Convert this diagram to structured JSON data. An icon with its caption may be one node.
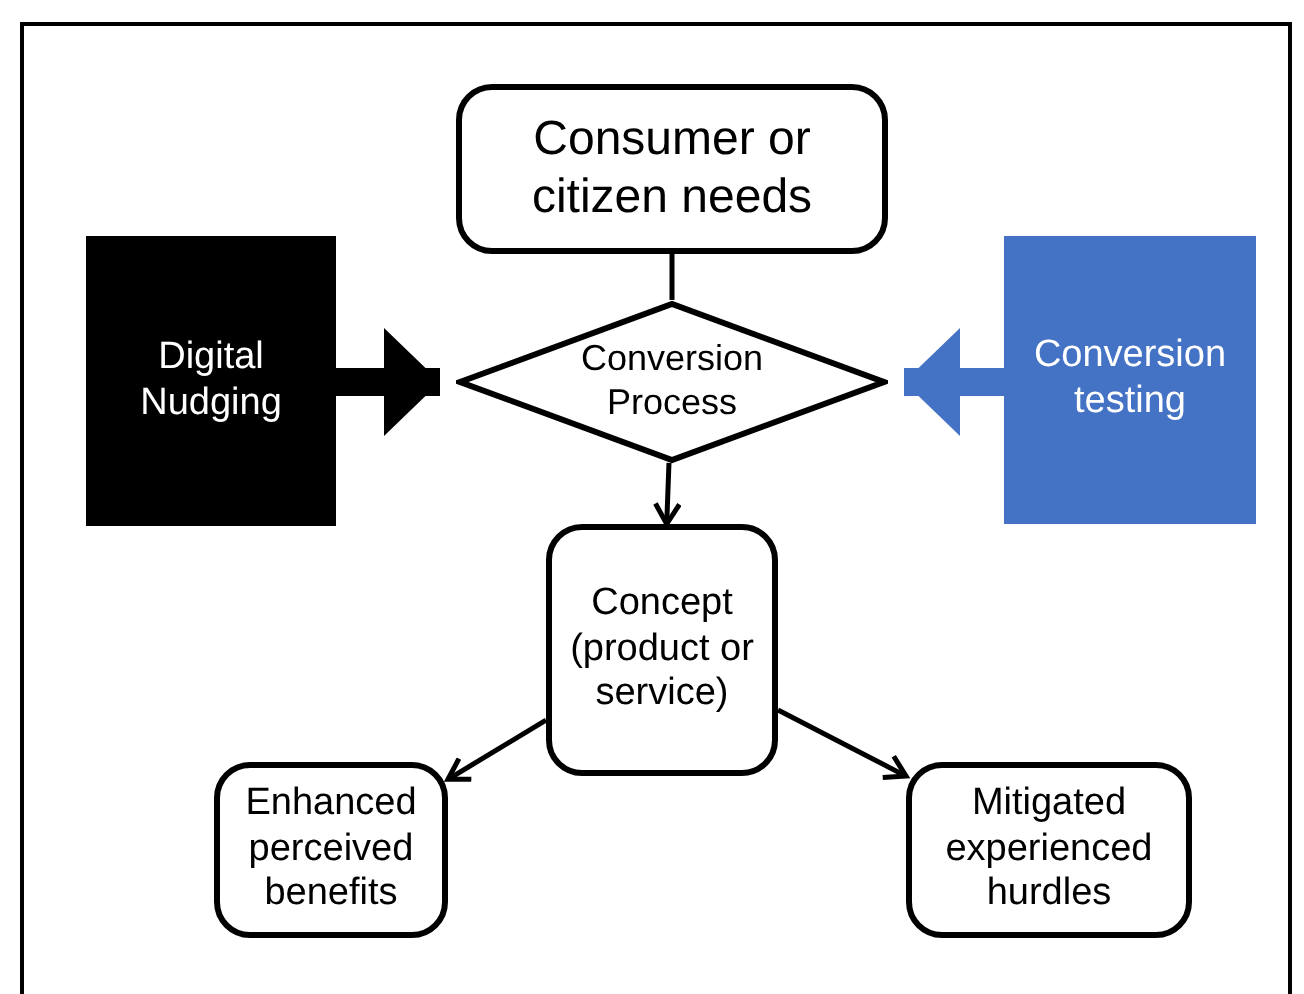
{
  "diagram": {
    "nodes": [
      {
        "text": [
          "Consumer or citizen needs"
        ]
      },
      {
        "text": [
          "Conversion Process"
        ]
      },
      {
        "text": [
          "Digital Nudging"
        ]
      },
      {
        "text": [
          "Conversion testing"
        ]
      },
      {
        "text": [
          "Concept (product or service)"
        ]
      },
      {
        "text": [
          "Enhanced perceived benefits"
        ]
      },
      {
        "text": [
          "Mitigated experienced hurdles"
        ]
      }
    ],
    "edges": [
      {
        "from": 0,
        "to": 1,
        "arrow": "none"
      },
      {
        "from": 1,
        "to": 4,
        "arrow": "to"
      },
      {
        "from": 2,
        "to": 1,
        "arrow": "to",
        "style": "thick"
      },
      {
        "from": 3,
        "to": 1,
        "arrow": "to",
        "style": "thick",
        "color": "#4472c4"
      },
      {
        "from": 4,
        "to": 5,
        "arrow": "to"
      },
      {
        "from": 4,
        "to": 6,
        "arrow": "to"
      }
    ]
  }
}
